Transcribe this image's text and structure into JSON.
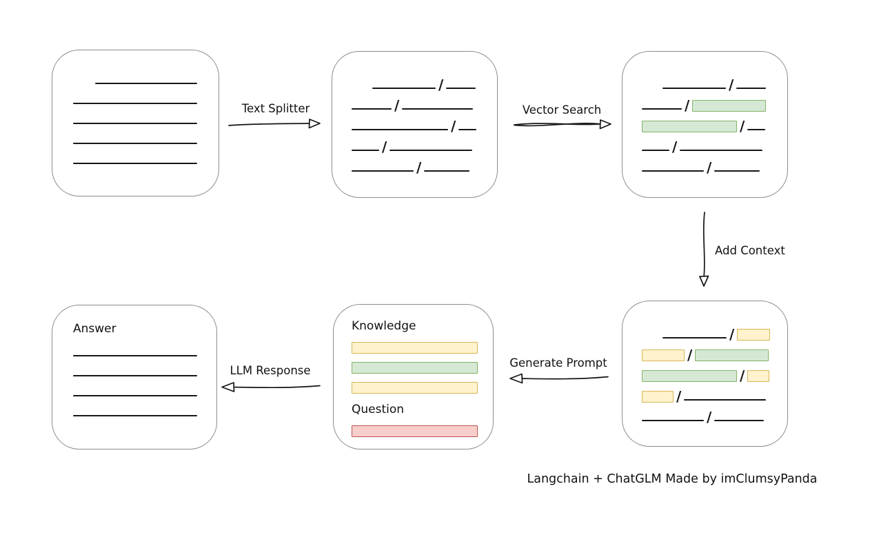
{
  "diagram": {
    "caption": "Langchain + ChatGLM Made by imClumsyPanda",
    "arrows": {
      "text_splitter": "Text Splitter",
      "vector_search": "Vector Search",
      "add_context": "Add Context",
      "generate_prompt": "Generate Prompt",
      "llm_response": "LLM Response"
    },
    "glyphs": {
      "slash": "/"
    },
    "palette": {
      "green_fill": "#d5e8d4",
      "green_stroke": "#82b366",
      "yellow_fill": "#fff2cc",
      "yellow_stroke": "#d6b656",
      "red_fill": "#f8cecc",
      "red_stroke": "#b85450",
      "line_color": "#161616",
      "box_border": "#8c8c8c"
    },
    "boxes": {
      "document": {
        "rows": [
          {
            "indent": 32,
            "segs": [
              {
                "t": "line",
                "w": 148
              }
            ]
          },
          {
            "segs": [
              {
                "t": "line",
                "w": 180
              }
            ]
          },
          {
            "segs": [
              {
                "t": "line",
                "w": 180
              }
            ]
          },
          {
            "segs": [
              {
                "t": "line",
                "w": 180
              }
            ]
          },
          {
            "segs": [
              {
                "t": "line",
                "w": 180
              }
            ]
          }
        ]
      },
      "chunks": {
        "rows": [
          {
            "indent": 30,
            "segs": [
              {
                "t": "line",
                "w": 92
              },
              {
                "t": "slash"
              },
              {
                "t": "line",
                "w": 43
              }
            ]
          },
          {
            "segs": [
              {
                "t": "line",
                "w": 58
              },
              {
                "t": "slash"
              },
              {
                "t": "line",
                "w": 103
              }
            ]
          },
          {
            "segs": [
              {
                "t": "line",
                "w": 140
              },
              {
                "t": "slash"
              },
              {
                "t": "line",
                "w": 26
              }
            ]
          },
          {
            "segs": [
              {
                "t": "line",
                "w": 40
              },
              {
                "t": "slash"
              },
              {
                "t": "line",
                "w": 120
              }
            ]
          },
          {
            "segs": [
              {
                "t": "line",
                "w": 90
              },
              {
                "t": "slash"
              },
              {
                "t": "line",
                "w": 66
              }
            ]
          }
        ]
      },
      "matched": {
        "rows": [
          {
            "indent": 30,
            "segs": [
              {
                "t": "line",
                "w": 92
              },
              {
                "t": "slash"
              },
              {
                "t": "line",
                "w": 43
              }
            ]
          },
          {
            "segs": [
              {
                "t": "line",
                "w": 58
              },
              {
                "t": "slash"
              },
              {
                "t": "bar",
                "c": "green",
                "w": 107
              }
            ]
          },
          {
            "segs": [
              {
                "t": "bar",
                "c": "green",
                "w": 138
              },
              {
                "t": "slash"
              },
              {
                "t": "line",
                "w": 26
              }
            ]
          },
          {
            "segs": [
              {
                "t": "line",
                "w": 40
              },
              {
                "t": "slash"
              },
              {
                "t": "line",
                "w": 120
              }
            ]
          },
          {
            "segs": [
              {
                "t": "line",
                "w": 90
              },
              {
                "t": "slash"
              },
              {
                "t": "line",
                "w": 66
              }
            ]
          }
        ]
      },
      "context": {
        "rows": [
          {
            "indent": 30,
            "segs": [
              {
                "t": "line",
                "w": 93
              },
              {
                "t": "slash"
              },
              {
                "t": "bar",
                "c": "yellow",
                "w": 48
              }
            ]
          },
          {
            "segs": [
              {
                "t": "bar",
                "c": "yellow",
                "w": 62
              },
              {
                "t": "slash"
              },
              {
                "t": "bar",
                "c": "green",
                "w": 107
              }
            ]
          },
          {
            "segs": [
              {
                "t": "bar",
                "c": "green",
                "w": 138
              },
              {
                "t": "slash"
              },
              {
                "t": "bar",
                "c": "yellow",
                "w": 32
              }
            ]
          },
          {
            "segs": [
              {
                "t": "bar",
                "c": "yellow",
                "w": 46
              },
              {
                "t": "slash"
              },
              {
                "t": "line",
                "w": 119
              }
            ]
          },
          {
            "segs": [
              {
                "t": "line",
                "w": 90
              },
              {
                "t": "slash"
              },
              {
                "t": "line",
                "w": 72
              }
            ]
          }
        ]
      },
      "prompt": {
        "rows": [
          {
            "segs": [
              {
                "t": "text",
                "v": "Knowledge"
              }
            ]
          },
          {
            "segs": [
              {
                "t": "bar",
                "c": "yellow",
                "w": 183
              }
            ]
          },
          {
            "segs": [
              {
                "t": "bar",
                "c": "green",
                "w": 183
              }
            ]
          },
          {
            "segs": [
              {
                "t": "bar",
                "c": "yellow",
                "w": 183
              }
            ]
          },
          {
            "segs": [
              {
                "t": "text",
                "v": "Question"
              }
            ]
          },
          {
            "segs": [
              {
                "t": "bar",
                "c": "red",
                "w": 183
              }
            ]
          }
        ]
      },
      "answer": {
        "rows": [
          {
            "segs": [
              {
                "t": "text",
                "v": "Answer"
              }
            ]
          },
          {
            "segs": [
              {
                "t": "line",
                "w": 180
              }
            ]
          },
          {
            "segs": [
              {
                "t": "line",
                "w": 180
              }
            ]
          },
          {
            "segs": [
              {
                "t": "line",
                "w": 180
              }
            ]
          },
          {
            "segs": [
              {
                "t": "line",
                "w": 180
              }
            ]
          }
        ]
      }
    }
  }
}
